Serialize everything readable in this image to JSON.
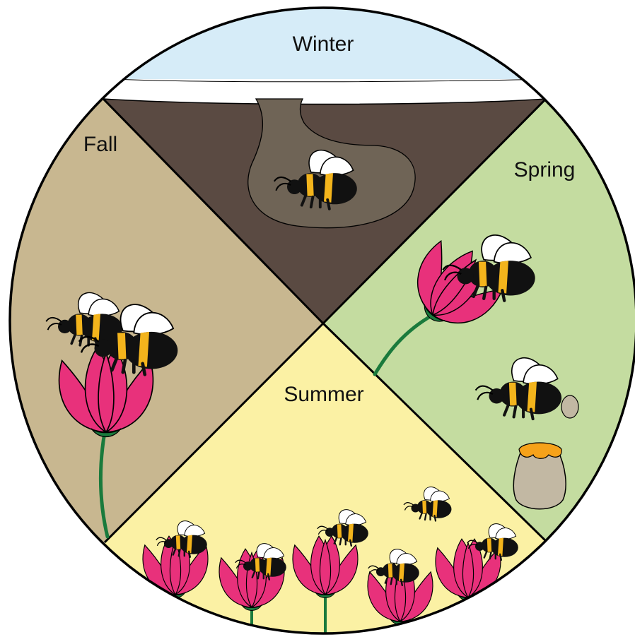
{
  "seasons": {
    "winter": "Winter",
    "spring": "Spring",
    "summer": "Summer",
    "fall": "Fall"
  },
  "colors": {
    "winter_sky": "#d6ecf8",
    "snow": "#ffffff",
    "soil": "#5a4a42",
    "burrow": "#6f6456",
    "spring": "#c4dca0",
    "summer": "#fbf1a4",
    "fall": "#c8b790",
    "flower": "#e8317b",
    "sepal": "#1a7a3c",
    "stem": "#1a7a3c",
    "bee_body": "#111111",
    "bee_band": "#f3b41c",
    "honey": "#f6a21a",
    "pot": "#c2b8a3"
  }
}
